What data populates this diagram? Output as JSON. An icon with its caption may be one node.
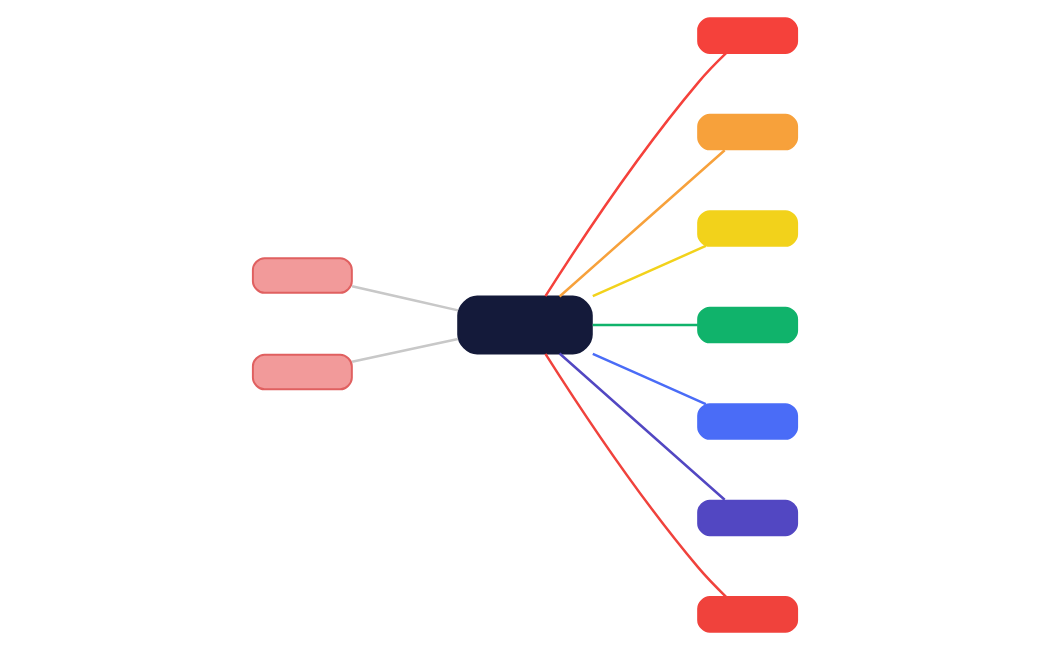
{
  "diagram": {
    "nodes": [
      {
        "text": [],
        "shape": "box"
      },
      {
        "text": [],
        "shape": "box"
      },
      {
        "text": [],
        "shape": "box"
      },
      {
        "text": [],
        "shape": "box"
      },
      {
        "text": [],
        "shape": "box"
      },
      {
        "text": [],
        "shape": "box"
      },
      {
        "text": [],
        "shape": "box"
      },
      {
        "text": [],
        "shape": "box"
      },
      {
        "text": [],
        "shape": "box"
      },
      {
        "text": [],
        "shape": "box"
      }
    ],
    "edges": [
      {
        "from": 0,
        "to": 2,
        "arrow": "none",
        "color": "#c8c8c8"
      },
      {
        "from": 1,
        "to": 2,
        "arrow": "none",
        "color": "#c8c8c8"
      },
      {
        "from": 2,
        "to": 3,
        "arrow": "none",
        "color": "#f5413b"
      },
      {
        "from": 2,
        "to": 4,
        "arrow": "none",
        "color": "#f7a13b"
      },
      {
        "from": 2,
        "to": 5,
        "arrow": "none",
        "color": "#f2d21b"
      },
      {
        "from": 2,
        "to": 6,
        "arrow": "none",
        "color": "#10b36b"
      },
      {
        "from": 2,
        "to": 7,
        "arrow": "none",
        "color": "#4a6cf7"
      },
      {
        "from": 2,
        "to": 8,
        "arrow": "none",
        "color": "#5247c2"
      },
      {
        "from": 2,
        "to": 9,
        "arrow": "none",
        "color": "#f0423c"
      }
    ]
  }
}
